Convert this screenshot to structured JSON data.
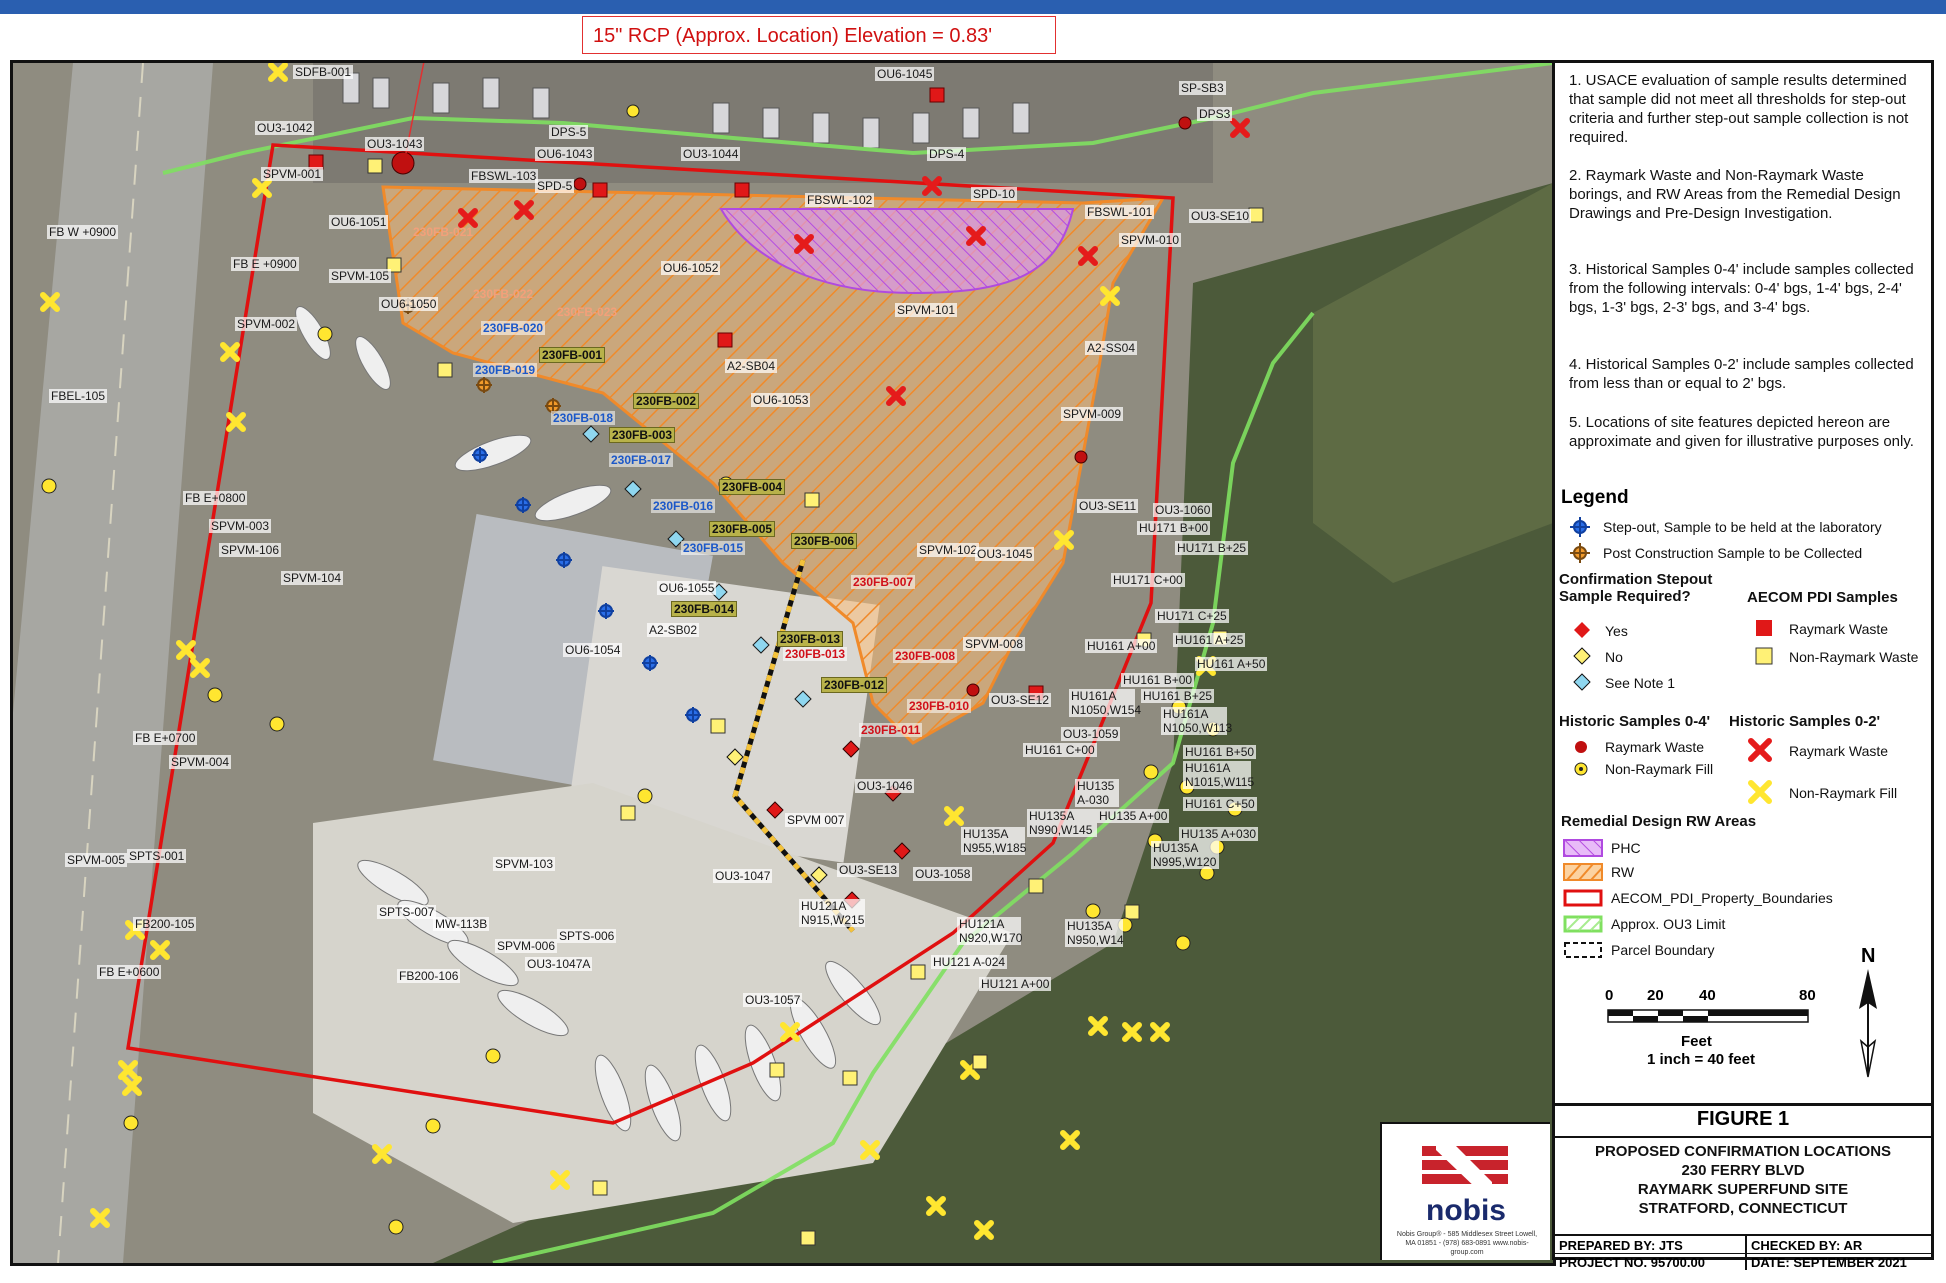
{
  "callout": "15\" RCP (Approx. Location) Elevation = 0.83'",
  "notes": [
    "1. USACE evaluation of sample results determined that sample did not meet all thresholds for step-out criteria and further step-out sample collection is not required.",
    "2. Raymark Waste and Non-Raymark Waste borings, and RW Areas from the Remedial Design Drawings and Pre-Design Investigation.",
    "3. Historical Samples 0-4' include samples collected from the following intervals: 0-4' bgs, 1-4' bgs, 2-4' bgs, 1-3' bgs, 2-3' bgs, and 3-4' bgs.",
    "4. Historical Samples 0-2' include samples collected from less than or equal to 2' bgs.",
    "5. Locations of site features depicted hereon are approximate and given for illustrative purposes only."
  ],
  "legend": {
    "title": "Legend",
    "stepout": "Step-out, Sample to be held at the laboratory",
    "post": "Post Construction Sample to be Collected",
    "confirm_header": "Confirmation Stepout Sample Required?",
    "aecom_header": "AECOM PDI Samples",
    "yes": "Yes",
    "no": "No",
    "see_note": "See Note 1",
    "pdi_rw": "Raymark Waste",
    "pdi_nrw": "Non-Raymark Waste",
    "hist04_header": "Historic Samples 0-4'",
    "hist02_header": "Historic Samples 0-2'",
    "h04_rw": "Raymark Waste",
    "h04_nrf": "Non-Raymark Fill",
    "h02_rw": "Raymark Waste",
    "h02_nrf": "Non-Raymark Fill",
    "rd_header": "Remedial Design RW Areas",
    "phc": "PHC",
    "rw": "RW",
    "prop": "AECOM_PDI_Property_Boundaries",
    "ou3": "Approx. OU3 Limit",
    "parcel": "Parcel Boundary"
  },
  "scale": {
    "ticks": [
      "0",
      "20",
      "40",
      "80"
    ],
    "unit": "Feet",
    "ratio": "1 inch = 40 feet",
    "north": "N"
  },
  "title_block": {
    "figure": "FIGURE 1",
    "line1": "PROPOSED CONFIRMATION LOCATIONS",
    "line2": "230 FERRY BLVD",
    "line3": "RAYMARK SUPERFUND SITE",
    "line4": "STRATFORD, CONNECTICUT",
    "prepared": "PREPARED BY: JTS",
    "checked": "CHECKED BY: AR",
    "project": "PROJECT NO. 95700.00",
    "date": "DATE: SEPTEMBER 2021"
  },
  "logo": {
    "name": "nobis",
    "address": "Nobis Group® - 585 Middlesex Street Lowell, MA 01851 - (978) 683-0891 www.nobis-group.com"
  },
  "labels": {
    "sdfb001": "SDFB-001",
    "ou6_1045": "OU6-1045",
    "sp_sb3": "SP-SB3",
    "dps3": "DPS3",
    "ou3_1042": "OU3-1042",
    "ou3_1043": "OU3-1043",
    "dps5": "DPS-5",
    "ou6_1043": "OU6-1043",
    "ou3_1044": "OU3-1044",
    "dps4": "DPS-4",
    "spvm001": "SPVM-001",
    "fbswl103": "FBSWL-103",
    "spd5": "SPD-5",
    "spd10": "SPD-10",
    "fbswl102": "FBSWL-102",
    "fbswl101": "FBSWL-101",
    "ou3_se10": "OU3-SE10",
    "ou6_1051": "OU6-1051",
    "spvm010": "SPVM-010",
    "fbw0900": "FB W +0900",
    "fbe0900": "FB E +0900",
    "fb021": "230FB-021",
    "spvm105": "SPVM-105",
    "ou6_1052": "OU6-1052",
    "ou6_1050": "OU6-1050",
    "fb022": "230FB-022",
    "fb023": "230FB-023",
    "spvm002": "SPVM-002",
    "spvm101": "SPVM-101",
    "fb020": "230FB-020",
    "fb001": "230FB-001",
    "a2_ss04": "A2-SS04",
    "fb019": "230FB-019",
    "a2_sb04": "A2-SB04",
    "fbel105": "FBEL-105",
    "fb002": "230FB-002",
    "ou6_1053": "OU6-1053",
    "spvm009": "SPVM-009",
    "fb018": "230FB-018",
    "fb003": "230FB-003",
    "fb017": "230FB-017",
    "fb004": "230FB-004",
    "fbe0800": "FB E+0800",
    "spvm003": "SPVM-003",
    "fb016": "230FB-016",
    "fb005": "230FB-005",
    "ou3_se11": "OU3-SE11",
    "ou3_1060": "OU3-1060",
    "hu171b00": "HU171 B+00",
    "hu171b25": "HU171 B+25",
    "spvm106": "SPVM-106",
    "fb015": "230FB-015",
    "fb006": "230FB-006",
    "spvm102": "SPVM-102",
    "ou3_1045": "OU3-1045",
    "spvm104": "SPVM-104",
    "fb007": "230FB-007",
    "hu171c00": "HU171 C+00",
    "ou6_1055": "OU6-1055",
    "fb014": "230FB-014",
    "hu171c25": "HU171 C+25",
    "a2_sb02": "A2-SB02",
    "fb013a": "230FB-013",
    "fb013b": "230FB-013",
    "spvm008": "SPVM-008",
    "hu161a00": "HU161 A+00",
    "hu161a25": "HU161 A+25",
    "ou6_1054": "OU6-1054",
    "fb008": "230FB-008",
    "hu161a50": "HU161 A+50",
    "hu161b00": "HU161 B+00",
    "fb012": "230FB-012",
    "hu161a_1050": "HU161A N1050,W154",
    "hu161b25": "HU161 B+25",
    "hu161a_1050b": "HU161A N1050,W113",
    "ou3_se12": "OU3-SE12",
    "fb010": "230FB-010",
    "fb011": "230FB-011",
    "fbe0700": "FB E+0700",
    "spvm004": "SPVM-004",
    "ou3_1059": "OU3-1059",
    "hu161c00": "HU161 C+00",
    "hu161b50": "HU161 B+50",
    "hu161a_1015": "HU161A N1015,W115",
    "ou3_1046": "OU3-1046",
    "hu135_a030": "HU135 A-030",
    "hu161c50": "HU161 C+50",
    "spvm007": "SPVM 007",
    "hu135a_990": "HU135A N990,W145",
    "hu135a00": "HU135 A+00",
    "hu135a030": "HU135 A+030",
    "hu135a_955": "HU135A N955,W185",
    "hu135a_995": "HU135A N995,W120",
    "spvm005": "SPVM-005",
    "spts001": "SPTS-001",
    "spvm103": "SPVM-103",
    "ou3_1047": "OU3-1047",
    "ou3_se13": "OU3-SE13",
    "ou3_1058": "OU3-1058",
    "fb200_105": "FB200-105",
    "spts007": "SPTS-007",
    "mw113b": "MW-113B",
    "hu121a_915": "HU121A N915,W215",
    "hu121a_920": "HU121A N920,W170",
    "hu135a_950": "HU135A N950,W14",
    "spts006": "SPTS-006",
    "spvm006": "SPVM-006",
    "ou3_1047a": "OU3-1047A",
    "fbe0600": "FB E+0600",
    "fb200_106": "FB200-106",
    "hu121a024": "HU121 A-024",
    "hu121a00": "HU121 A+00",
    "ou3_1057": "OU3-1057"
  }
}
